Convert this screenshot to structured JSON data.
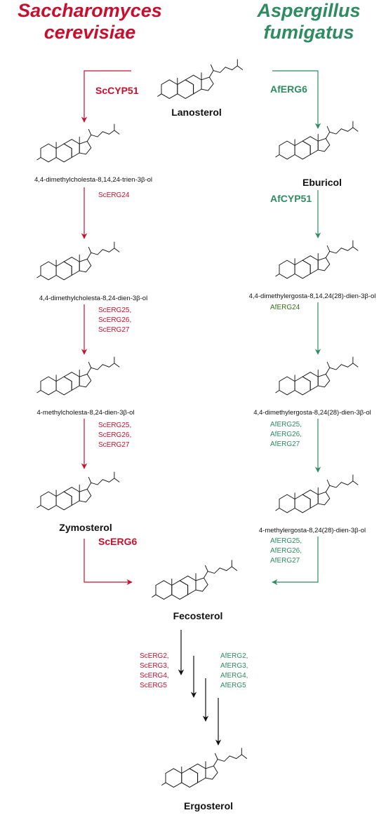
{
  "colors": {
    "sc": "#c8102e",
    "af": "#2e8b62",
    "af_dark": "#3a6b1e",
    "neutral": "#111111"
  },
  "titles": {
    "sc_line1": "Saccharomyces",
    "sc_line2": "cerevisiae",
    "af_line1": "Aspergillus",
    "af_line2": "fumigatus"
  },
  "molecules": {
    "lanosterol": "Lanosterol",
    "sc_step1": "4,4-dimethylcholesta-8,14,24-trien-3β-ol",
    "sc_step2": "4,4-dimethylcholesta-8,24-dien-3β-ol",
    "sc_step3": "4-methylcholesta-8,24-dien-3β-ol",
    "zymosterol": "Zymosterol",
    "eburicol": "Eburicol",
    "af_step2": "4,4-dimethylergosta-8,14,24(28)-dien-3β-ol",
    "af_step3": "4,4-dimethylergosta-8,24(28)-dien-3β-ol",
    "af_step4": "4-methylergosta-8,24(28)-dien-3β-ol",
    "fecosterol": "Fecosterol",
    "ergosterol": "Ergosterol"
  },
  "enzymes": {
    "sc_cyp51": "ScCYP51",
    "sc_erg24": "ScERG24",
    "sc_erg25_a": "ScERG25,",
    "sc_erg26_a": "ScERG26,",
    "sc_erg27_a": "ScERG27",
    "sc_erg25_b": "ScERG25,",
    "sc_erg26_b": "ScERG26,",
    "sc_erg27_b": "ScERG27",
    "sc_erg6": "ScERG6",
    "af_erg6": "AfERG6",
    "af_cyp51": "AfCYP51",
    "af_erg24": "AfERG24",
    "af_erg25_a": "AfERG25,",
    "af_erg26_a": "AfERG26,",
    "af_erg27_a": "AfERG27",
    "af_erg25_b": "AfERG25,",
    "af_erg26_b": "AfERG26,",
    "af_erg27_b": "AfERG27",
    "sc_erg2": "ScERG2,",
    "sc_erg3": "ScERG3,",
    "sc_erg4": "ScERG4,",
    "sc_erg5": "ScERG5",
    "af_erg2": "AfERG2,",
    "af_erg3": "AfERG3,",
    "af_erg4": "AfERG4,",
    "af_erg5": "AfERG5"
  }
}
